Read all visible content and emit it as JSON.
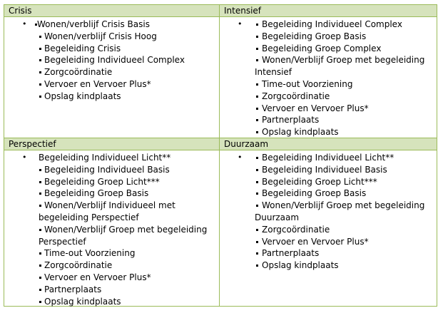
{
  "cells": {
    "crisis": {
      "title": "Crisis",
      "items": [
        "Wonen/verblijf Crisis Basis",
        "Wonen/verblijf Crisis Hoog",
        "Begeleiding Crisis",
        "Begeleiding Individueel Complex",
        "Zorgcoördinatie",
        "Vervoer en Vervoer Plus*",
        "Opslag kindplaats"
      ]
    },
    "intensief": {
      "title": "Intensief",
      "items": [
        "Begeleiding Individueel Complex",
        "Begeleiding Groep Basis",
        "Begeleiding Groep Complex",
        "Wonen/Verblijf Groep met begeleiding",
        "Intensief",
        "Time-out Voorziening",
        "Zorgcoördinatie",
        "Vervoer en Vervoer Plus*",
        "Partnerplaats",
        "Opslag kindplaats"
      ]
    },
    "perspectief": {
      "title": "Perspectief",
      "items": [
        "Begeleiding Individueel Licht**",
        "Begeleiding Individueel Basis",
        "Begeleiding Groep Licht***",
        "Begeleiding Groep Basis",
        "Wonen/Verblijf Individueel met",
        "begeleiding Perspectief",
        "Wonen/Verblijf Groep met begeleiding",
        "Perspectief",
        "Time-out Voorziening",
        "Zorgcoördinatie",
        "Vervoer en Vervoer Plus*",
        "Partnerplaats",
        "Opslag kindplaats"
      ]
    },
    "duurzaam": {
      "title": "Duurzaam",
      "items": [
        "Begeleiding Individueel Licht**",
        "Begeleiding Individueel Basis",
        "Begeleiding Groep Licht***",
        "Begeleiding Groep Basis",
        "Wonen/Verblijf Groep met begeleiding",
        "Duurzaam",
        "Zorgcoördinatie",
        "Vervoer en Vervoer Plus*",
        "Partnerplaats",
        "Opslag kindplaats"
      ]
    }
  },
  "glyphs": {
    "bullet": "•"
  }
}
